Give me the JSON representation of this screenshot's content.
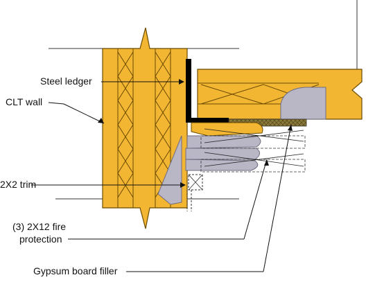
{
  "labels": {
    "steel_ledger": "Steel ledger",
    "clt_wall": "CLT wall",
    "trim": "2X2 trim",
    "fire_protection_line1": "(3) 2X12 fire",
    "fire_protection_line2": "protection",
    "gypsum_filler": "Gypsum board filler"
  },
  "colors": {
    "timber": "#F2B632",
    "timber_stroke": "#6b4a00",
    "steel": "#000000",
    "gypsum": "#B9B6C6",
    "gypsum_stroke": "#6f6c80",
    "hatch": "#8a7a3a",
    "line": "#222222"
  }
}
